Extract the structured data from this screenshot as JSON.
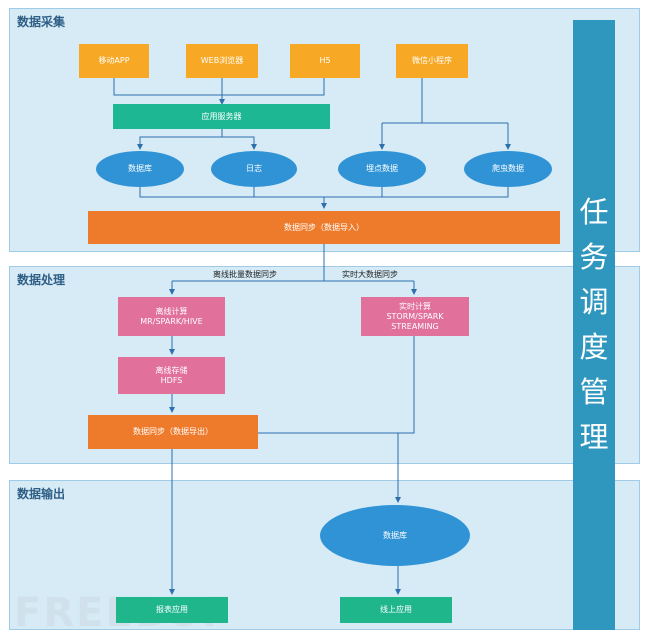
{
  "sections": {
    "collect": "数据采集",
    "process": "数据处理",
    "output": "数据输出"
  },
  "sources": [
    "移动APP",
    "WEB浏览器",
    "H5",
    "微信小程序"
  ],
  "app_server": "应用服务器",
  "stores": [
    "数据库",
    "日志",
    "埋点数据",
    "爬虫数据"
  ],
  "sync_import": "数据同步（数据导入）",
  "edge_labels": {
    "batch": "离线批量数据同步",
    "realtime": "实时大数据同步"
  },
  "offline_compute": "离线计算\nMR/SPARK/HIVE",
  "realtime_compute": "实时计算\nSTORM/SPARK\nSTREAMING",
  "offline_storage": "离线存储\nHDFS",
  "sync_export": "数据同步（数据导出）",
  "output_db": "数据库",
  "outputs": [
    "报表应用",
    "线上应用"
  ],
  "scheduler": [
    "任",
    "务",
    "调",
    "度",
    "管",
    "理"
  ],
  "watermark": "FREEBUF",
  "colors": {
    "section_bg": "#d6ebf6",
    "source_orange": "#f7a824",
    "server_teal": "#1db893",
    "ellipse_blue": "#2f93d6",
    "sync_orange": "#ee7b2c",
    "compute_pink": "#e1709b",
    "output_green": "#1fb68c",
    "scheduler_blue": "#2f96be",
    "arrow": "#2f6fae"
  }
}
